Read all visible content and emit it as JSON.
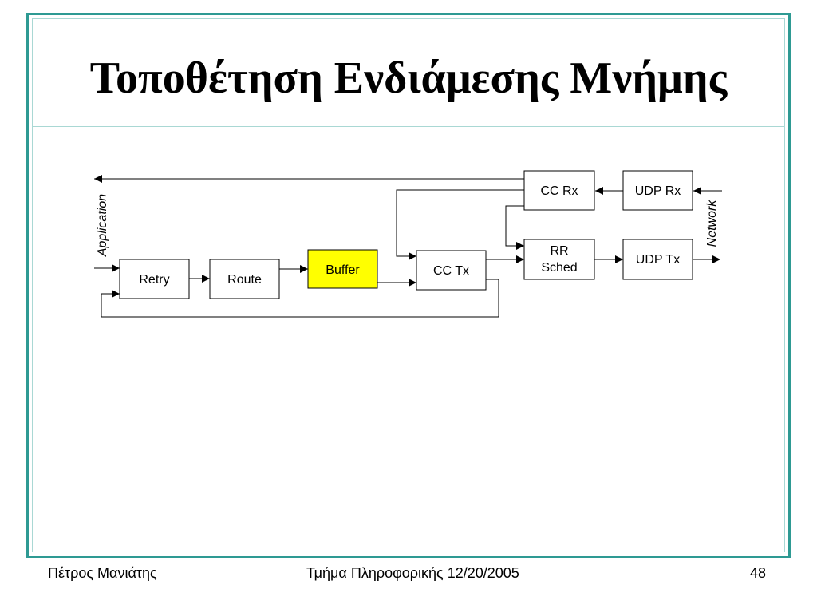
{
  "slide": {
    "title": "Τοποθέτηση Ενδιάμεσης Μνήμης"
  },
  "diagram": {
    "boxes": {
      "retry": "Retry",
      "route": "Route",
      "buffer": "Buffer",
      "cc_tx": "CC Tx",
      "cc_rx": "CC Rx",
      "rr_sched_line1": "RR",
      "rr_sched_line2": "Sched",
      "udp_rx": "UDP Rx",
      "udp_tx": "UDP Tx"
    },
    "side_labels": {
      "application": "Application",
      "network": "Network"
    },
    "colors": {
      "buffer_fill": "#ffff00",
      "frame": "#2e9a93"
    }
  },
  "footer": {
    "author": "Πέτρος Μανιάτης",
    "department_date": "Τμήμα Πληροφορικής 12/20/2005",
    "page_number": "48"
  }
}
